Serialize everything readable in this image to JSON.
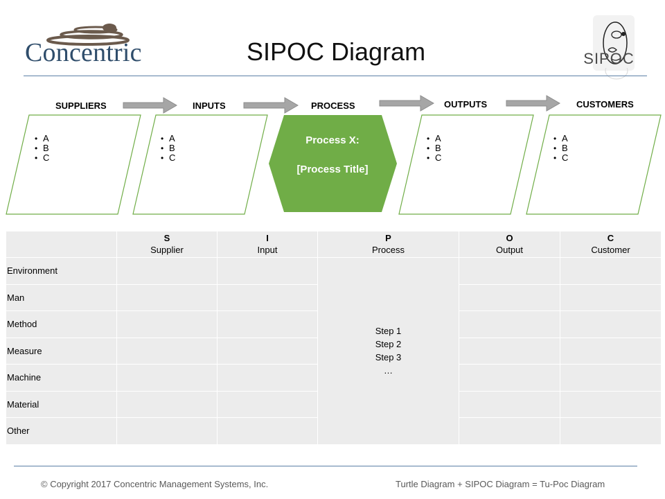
{
  "header": {
    "logo_text": "Concentric",
    "title": "SIPOC Diagram",
    "badge_text": "SIPOC"
  },
  "flow": {
    "stages": [
      "SUPPLIERS",
      "INPUTS",
      "PROCESS",
      "OUTPUTS",
      "CUSTOMERS"
    ],
    "bullets": [
      "A",
      "B",
      "C"
    ],
    "process_line1": "Process X:",
    "process_line2": "[Process Title]"
  },
  "table": {
    "columns": [
      {
        "letter": "S",
        "name": "Supplier"
      },
      {
        "letter": "I",
        "name": "Input"
      },
      {
        "letter": "P",
        "name": "Process"
      },
      {
        "letter": "O",
        "name": "Output"
      },
      {
        "letter": "C",
        "name": "Customer"
      }
    ],
    "rows": [
      "Environment",
      "Man",
      "Method",
      "Measure",
      "Machine",
      "Material",
      "Other"
    ],
    "steps": [
      "Step 1",
      "Step 2",
      "Step 3",
      "…"
    ]
  },
  "footer": {
    "copyright": "© Copyright 2017 Concentric Management Systems, Inc.",
    "tagline": "Turtle Diagram + SIPOC Diagram = Tu-Poc Diagram"
  },
  "colors": {
    "process_green": "#70ad47",
    "card_border": "#70ad47",
    "arrow_gray": "#a6a6a6",
    "rule_blue": "#5b7fa6",
    "table_fill": "#ececec",
    "logo_blue": "#2f4d6b"
  }
}
